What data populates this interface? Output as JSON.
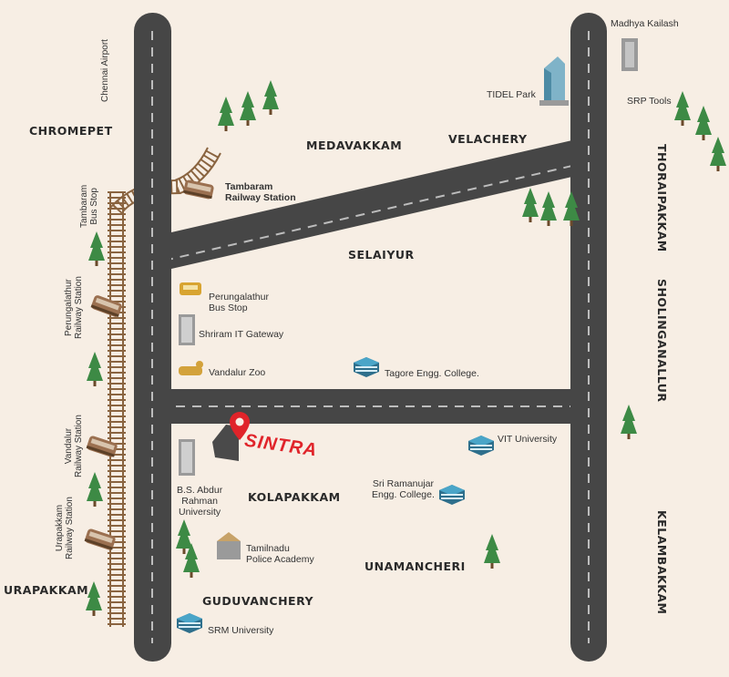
{
  "areas": {
    "chromepet": "CHROMEPET",
    "medavakkam": "MEDAVAKKAM",
    "velachery": "VELACHERY",
    "selaiyur": "SELAIYUR",
    "kolapakkam": "KOLAPAKKAM",
    "unamancheri": "UNAMANCHERI",
    "guduvanchery": "GUDUVANCHERY",
    "urapakkam": "URAPAKKAM",
    "thoraipakkam": "THORAIPAKKAM",
    "sholinganallur": "SHOLINGANALLUR",
    "kelambakkam": "KELAMBAKKAM"
  },
  "landmarks": {
    "chennai_airport": "Chennai Airport",
    "madhya_kailash": "Madhya Kailash",
    "tidel_park": "TIDEL Park",
    "srp_tools": "SRP Tools",
    "tambaram_station": [
      "Tambaram",
      "Railway Station"
    ],
    "tambaram_bus": [
      "Tambaram",
      "Bus Stop"
    ],
    "perungalathur_bus": [
      "Perungalathur",
      "Bus Stop"
    ],
    "perungalathur_station": [
      "Perungalathur",
      "Railway Station"
    ],
    "shriram_it": "Shriram IT Gateway",
    "vandalur_zoo": "Vandalur Zoo",
    "tagore_college": "Tagore Engg. College.",
    "vit_university": "VIT University",
    "vandalur_station": [
      "Vandalur",
      "Railway Station"
    ],
    "bs_abdur": [
      "B.S. Abdur",
      "Rahman",
      "University"
    ],
    "sri_ramanujar": [
      "Sri Ramanujar",
      "Engg. College."
    ],
    "urapakkam_station": [
      "Urapakkam",
      "Railway Station"
    ],
    "police_academy": [
      "Tamilnadu",
      "Police Academy"
    ],
    "srm_university": "SRM University"
  },
  "project": {
    "name": "SINTRA"
  },
  "colors": {
    "background": "#f7eee4",
    "road": "#464646",
    "road_dash": "#bdbdbd",
    "tree": "#3d8a45",
    "rail": "#8a6440",
    "building": "#8c8c8c",
    "college": "#3a8fb0",
    "pin": "#e0242a"
  }
}
